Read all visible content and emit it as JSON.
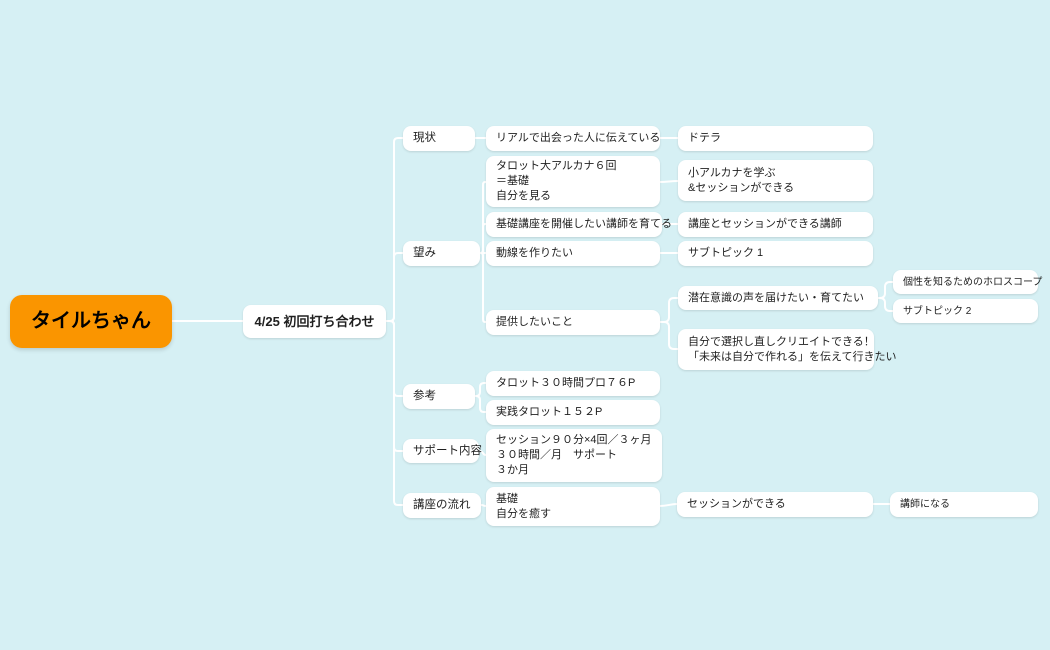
{
  "colors": {
    "background": "#d6f0f4",
    "node_fill": "#ffffff",
    "root_fill": "#fa9500",
    "line": "#ffffff",
    "text": "#1f1f1f"
  },
  "root": {
    "label": "タイルちゃん"
  },
  "meeting": {
    "label": "4/25 初回打ち合わせ"
  },
  "branches": [
    {
      "label": "現状",
      "children": [
        {
          "label": "リアルで出会った人に伝えている",
          "children": [
            {
              "label": "ドテラ"
            }
          ]
        }
      ]
    },
    {
      "label": "望み",
      "children": [
        {
          "label": "タロット大アルカナ６回\n＝基礎\n自分を見る",
          "children": [
            {
              "label": "小アルカナを学ぶ\n&セッションができる"
            }
          ]
        },
        {
          "label": "基礎講座を開催したい講師を育てる",
          "children": [
            {
              "label": "講座とセッションができる講師"
            }
          ]
        },
        {
          "label": "動線を作りたい",
          "children": [
            {
              "label": "サブトピック 1"
            }
          ]
        },
        {
          "label": "提供したいこと",
          "children": [
            {
              "label": "潜在意識の声を届けたい・育てたい",
              "children": [
                {
                  "label": "個性を知るためのホロスコープ"
                },
                {
                  "label": "サブトピック 2"
                }
              ]
            },
            {
              "label": "自分で選択し直しクリエイトできる！\n「未来は自分で作れる」を伝えて行きたい"
            }
          ]
        }
      ]
    },
    {
      "label": "参考",
      "children": [
        {
          "label": "タロット３０時間プロ７６P"
        },
        {
          "label": "実践タロット１５２P"
        }
      ]
    },
    {
      "label": "サポート内容",
      "children": [
        {
          "label": "セッション９０分×4回／３ヶ月\n３０時間／月　サポート\n３か月"
        }
      ]
    },
    {
      "label": "講座の流れ",
      "children": [
        {
          "label": "基礎\n自分を癒す",
          "children": [
            {
              "label": "セッションができる",
              "children": [
                {
                  "label": "講師になる"
                }
              ]
            }
          ]
        }
      ]
    }
  ]
}
